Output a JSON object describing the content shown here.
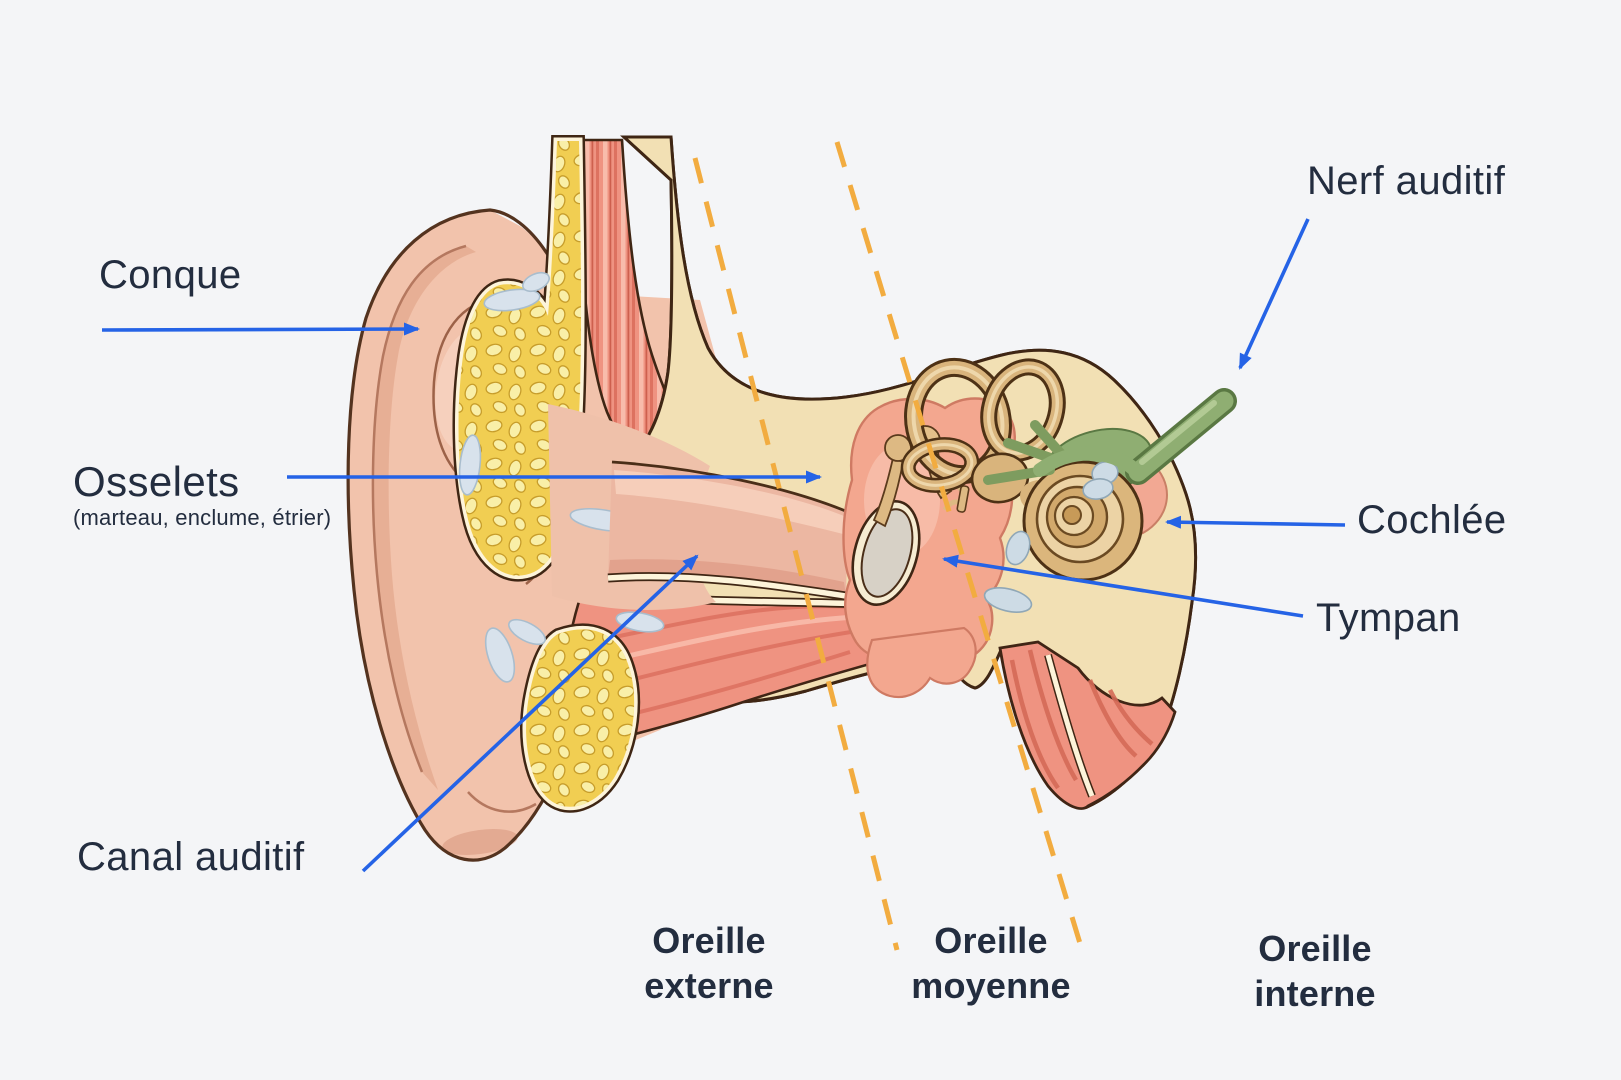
{
  "figure": {
    "subject": "ear-anatomy-cross-section",
    "language": "fr"
  },
  "labels": {
    "conque": "Conque",
    "osselets": "Osselets",
    "osselets_detail": "(marteau, enclume, étrier)",
    "canal_auditif": "Canal auditif",
    "nerf_auditif": "Nerf auditif",
    "cochlee": "Cochlée",
    "tympan": "Tympan"
  },
  "regions": [
    {
      "line1": "Oreille",
      "line2": "externe"
    },
    {
      "line1": "Oreille",
      "line2": "moyenne"
    },
    {
      "line1": "Oreille",
      "line2": "interne"
    }
  ],
  "colors": {
    "background": "#f4f5f7",
    "label_text": "#232d3f",
    "leader_arrow_blue": "#2563e6",
    "region_divider_orange": "#f2ac40",
    "skin_pink": "#f2c3ac",
    "bone_cream": "#f2e0b4",
    "fat_yellow": "#f1ce52",
    "muscle_red": "#ef9381",
    "nerve_green": "#8fae72",
    "cochlea_tan": "#dbb67c"
  }
}
